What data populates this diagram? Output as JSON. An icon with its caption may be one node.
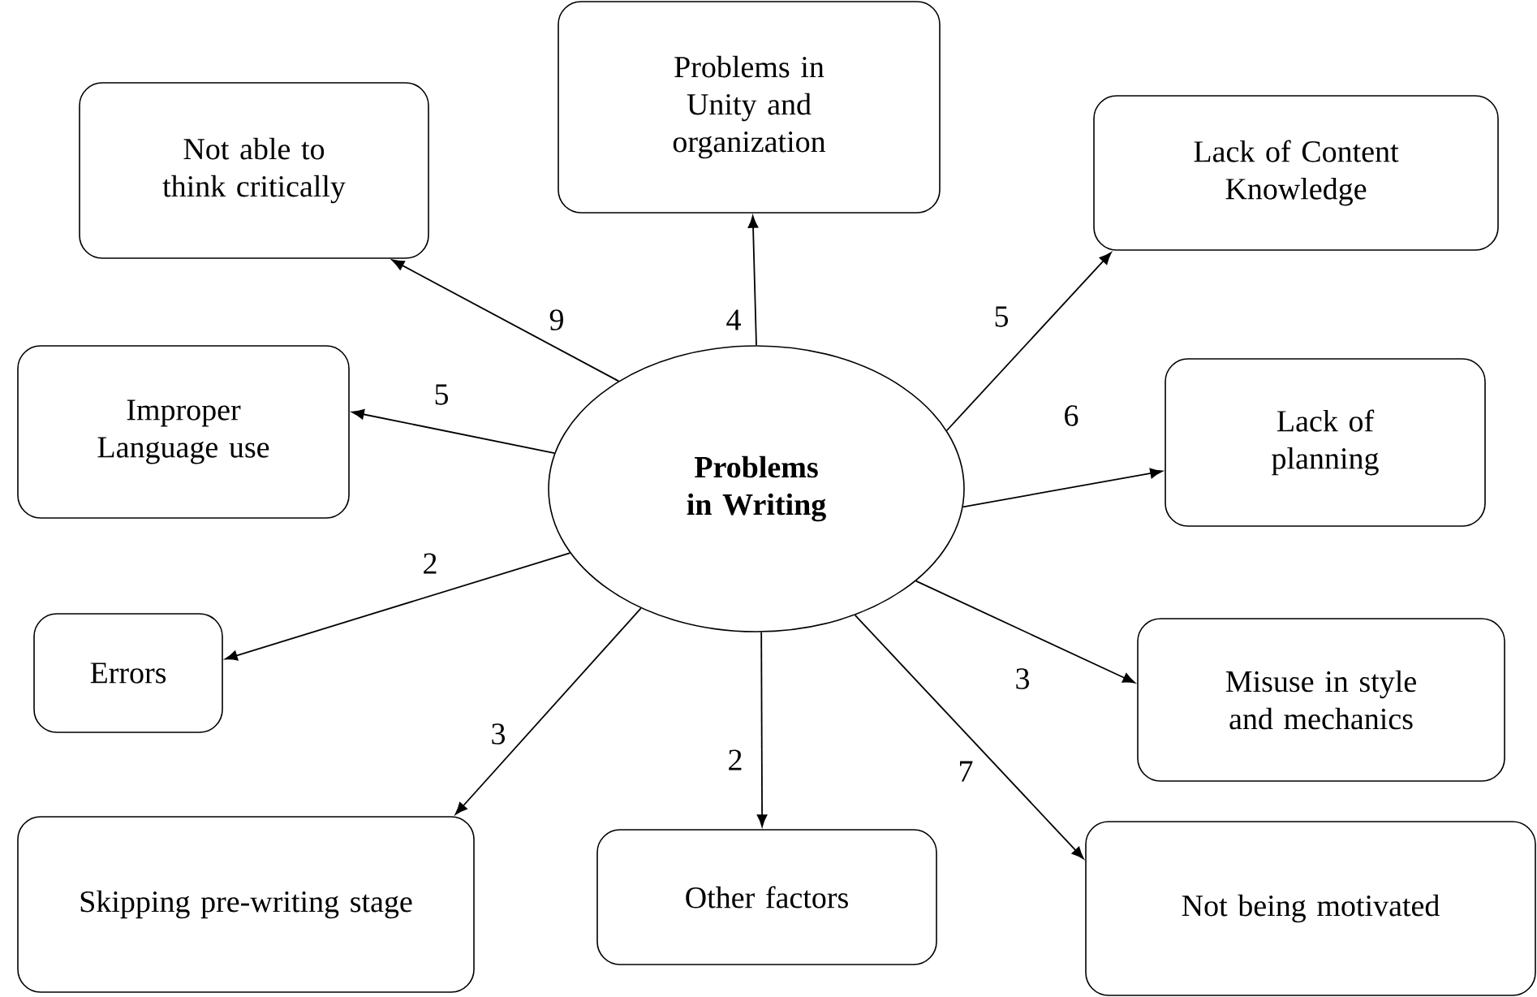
{
  "diagram": {
    "nodes": [
      {
        "text": [
          "Not able to think critically"
        ]
      },
      {
        "text": [
          "Problems in Unity and organization"
        ]
      },
      {
        "text": [
          "Lack of Content Knowledge"
        ]
      },
      {
        "text": [
          "Improper Language use"
        ]
      },
      {
        "text": [
          "Problems in Writing"
        ]
      },
      {
        "text": [
          "Lack of planning"
        ]
      },
      {
        "text": [
          "Errors"
        ]
      },
      {
        "text": [
          "Misuse in style and mechanics"
        ]
      },
      {
        "text": [
          "Skipping pre-writing stage"
        ]
      },
      {
        "text": [
          "Other factors"
        ]
      },
      {
        "text": [
          "Not being motivated"
        ]
      }
    ],
    "edges": [
      {
        "from": 4,
        "to": 0,
        "arrow": "to",
        "label": "9"
      },
      {
        "from": 4,
        "to": 1,
        "arrow": "to",
        "label": "4"
      },
      {
        "from": 4,
        "to": 2,
        "arrow": "to",
        "label": "5"
      },
      {
        "from": 4,
        "to": 3,
        "arrow": "to",
        "label": "5"
      },
      {
        "from": 4,
        "to": 5,
        "arrow": "to",
        "label": "6"
      },
      {
        "from": 4,
        "to": 6,
        "arrow": "to",
        "label": "2"
      },
      {
        "from": 4,
        "to": 7,
        "arrow": "to",
        "label": "3"
      },
      {
        "from": 4,
        "to": 8,
        "arrow": "to",
        "label": "3"
      },
      {
        "from": 4,
        "to": 9,
        "arrow": "to",
        "label": "2"
      },
      {
        "from": 4,
        "to": 10,
        "arrow": "to",
        "label": "7"
      }
    ]
  }
}
